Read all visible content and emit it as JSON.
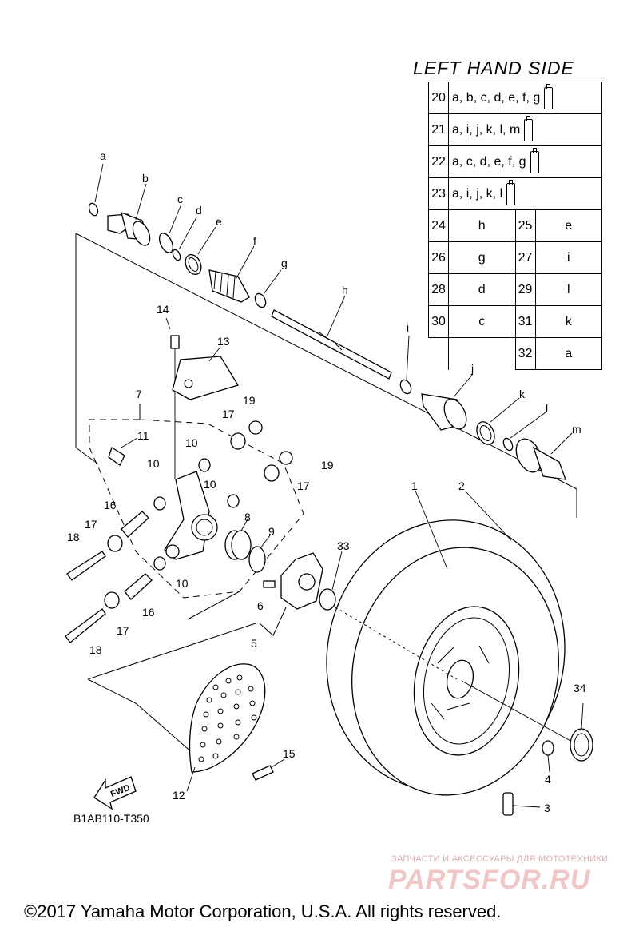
{
  "title": "LEFT HAND SIDE",
  "lubricants_table": [
    {
      "num": "20",
      "value": "a, b, c, d, e, f, g",
      "icon": "grease-tube-icon"
    },
    {
      "num": "21",
      "value": "a, i, j, k, l, m",
      "icon": "grease-tube-icon"
    },
    {
      "num": "22",
      "value": "a, c, d, e, f, g",
      "icon": "grease-tube-icon"
    },
    {
      "num": "23",
      "value": "a, i, j, k, l",
      "icon": "grease-tube-icon"
    }
  ],
  "kit_rows": [
    {
      "left_num": "24",
      "left_val": "h",
      "right_num": "25",
      "right_val": "e"
    },
    {
      "left_num": "26",
      "left_val": "g",
      "right_num": "27",
      "right_val": "i"
    },
    {
      "left_num": "28",
      "left_val": "d",
      "right_num": "29",
      "right_val": "l"
    },
    {
      "left_num": "30",
      "left_val": "c",
      "right_num": "31",
      "right_val": "k"
    },
    {
      "left_num": "",
      "left_val": "",
      "right_num": "32",
      "right_val": "a"
    }
  ],
  "labels": {
    "n1": "1",
    "n2": "2",
    "n3": "3",
    "n4": "4",
    "n5": "5",
    "n6": "6",
    "n7": "7",
    "n8": "8",
    "n9": "9",
    "n10a": "10",
    "n10b": "10",
    "n10c": "10",
    "n10d": "10",
    "n11": "11",
    "n12": "12",
    "n13": "13",
    "n14": "14",
    "n15": "15",
    "n16a": "16",
    "n16b": "16",
    "n17a": "17",
    "n17b": "17",
    "n17c": "17",
    "n17d": "17",
    "n18a": "18",
    "n18b": "18",
    "n19a": "19",
    "n19b": "19",
    "n33": "33",
    "n34": "34"
  },
  "letters": {
    "a": "a",
    "b": "b",
    "c": "c",
    "d": "d",
    "e": "e",
    "f": "f",
    "g": "g",
    "h": "h",
    "i": "i",
    "j": "j",
    "k": "k",
    "l": "l",
    "m": "m"
  },
  "fwd_label": "FWD",
  "diagram_code": "B1AB110-T350",
  "watermark_small": "ЗАПЧАСТИ И АКСЕССУАРЫ ДЛЯ МОТОТЕХНИКИ",
  "watermark_big": "PARTSFOR.RU",
  "copyright": "©2017 Yamaha Motor Corporation, U.S.A. All rights reserved."
}
